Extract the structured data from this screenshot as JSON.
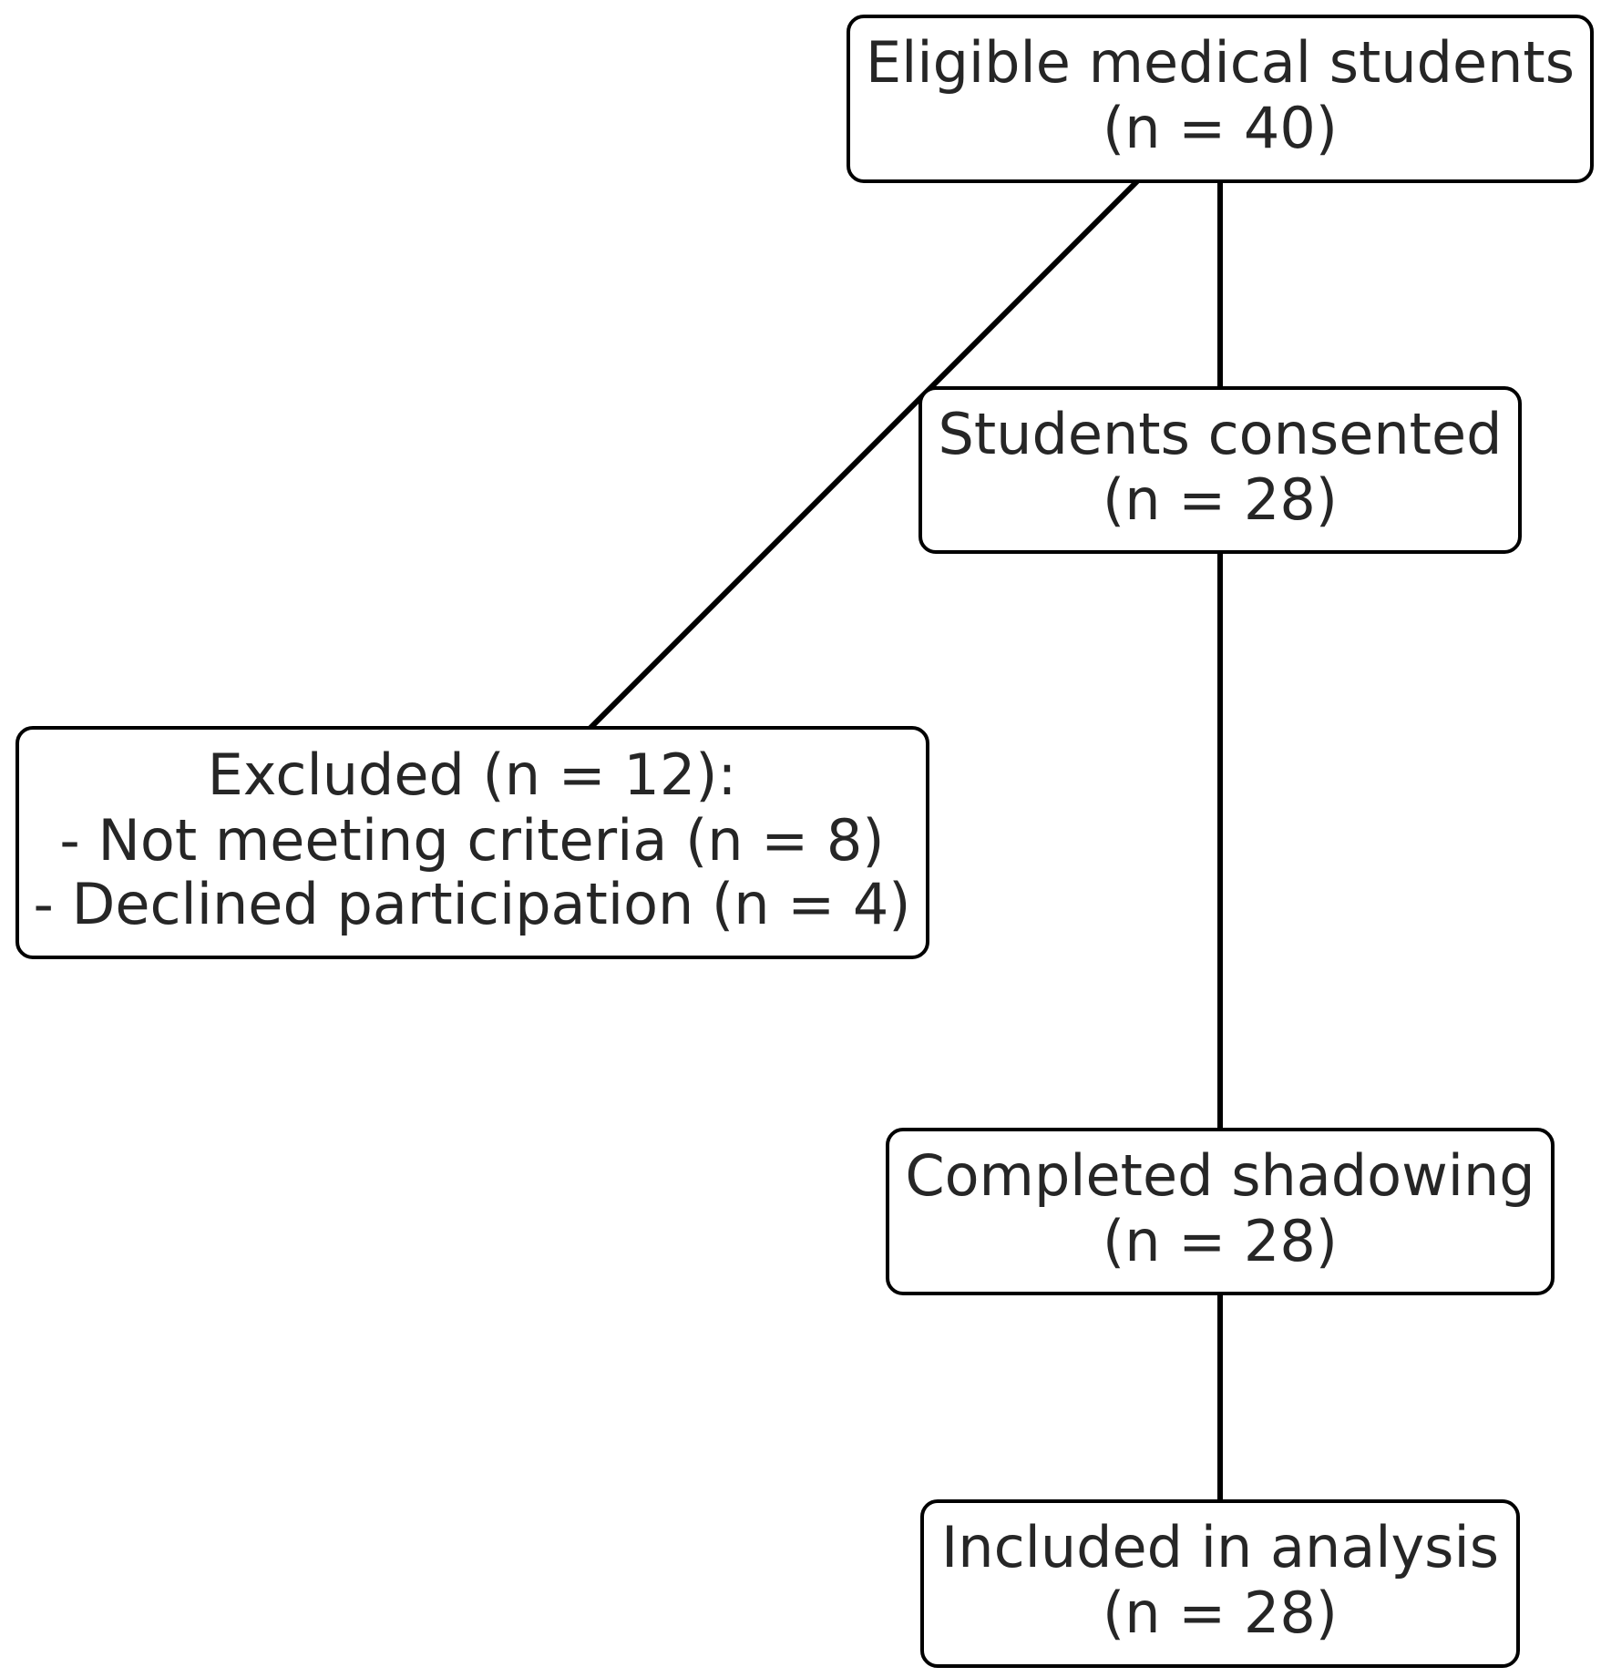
{
  "flowchart": {
    "eligible": {
      "line1": "Eligible medical students",
      "line2": "(n = 40)"
    },
    "consented": {
      "line1": "Students consented",
      "line2": "(n = 28)"
    },
    "excluded": {
      "line1": "Excluded (n = 12):",
      "line2": "- Not meeting criteria (n = 8)",
      "line3": "- Declined participation (n = 4)"
    },
    "completed": {
      "line1": "Completed shadowing",
      "line2": "(n = 28)"
    },
    "included": {
      "line1": "Included in analysis",
      "line2": "(n = 28)"
    }
  }
}
